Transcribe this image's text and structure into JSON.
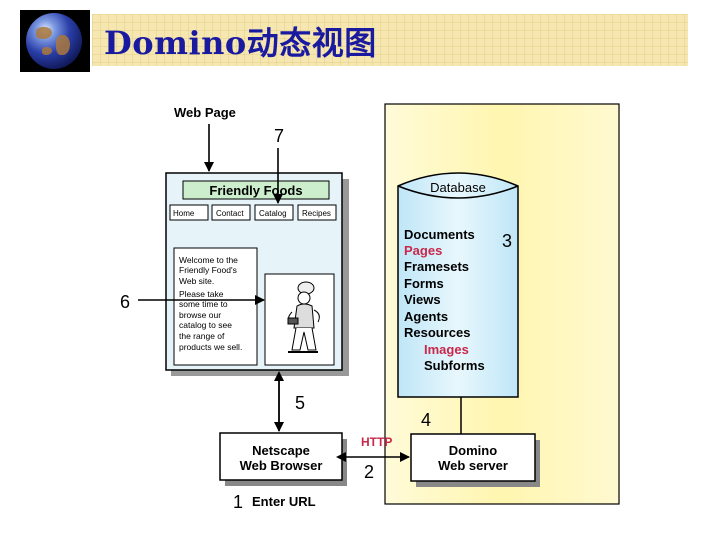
{
  "header": {
    "title": "Domino动态视图"
  },
  "diagram": {
    "web_page_label": "Web Page",
    "site_title": "Friendly Foods",
    "nav": [
      "Home",
      "Contact",
      "Catalog",
      "Recipes"
    ],
    "welcome_lines": [
      "Welcome to the",
      "Friendly Food's",
      "Web site.",
      "Please take",
      "some time to",
      "browse our",
      "catalog to see",
      "the range of",
      "products we sell."
    ],
    "database_label": "Database",
    "db_items": [
      "Documents",
      "Pages",
      "Framesets",
      "Forms",
      "Views",
      "Agents",
      "Resources",
      "Images",
      "Subforms"
    ],
    "browser_lines": [
      "Netscape",
      "Web Browser"
    ],
    "server_lines": [
      "Domino",
      "Web server"
    ],
    "http_label": "HTTP",
    "enter_url_label": "Enter URL",
    "steps": [
      "1",
      "2",
      "3",
      "4",
      "5",
      "6",
      "7"
    ],
    "colors": {
      "title": "#1a1aa0",
      "highlight": "#c8284a",
      "db_fill": "#d6f0fb",
      "panel": "#fff7b8",
      "page_fill": "#e6f4fa",
      "site_title_fill": "#cdeecd"
    }
  }
}
